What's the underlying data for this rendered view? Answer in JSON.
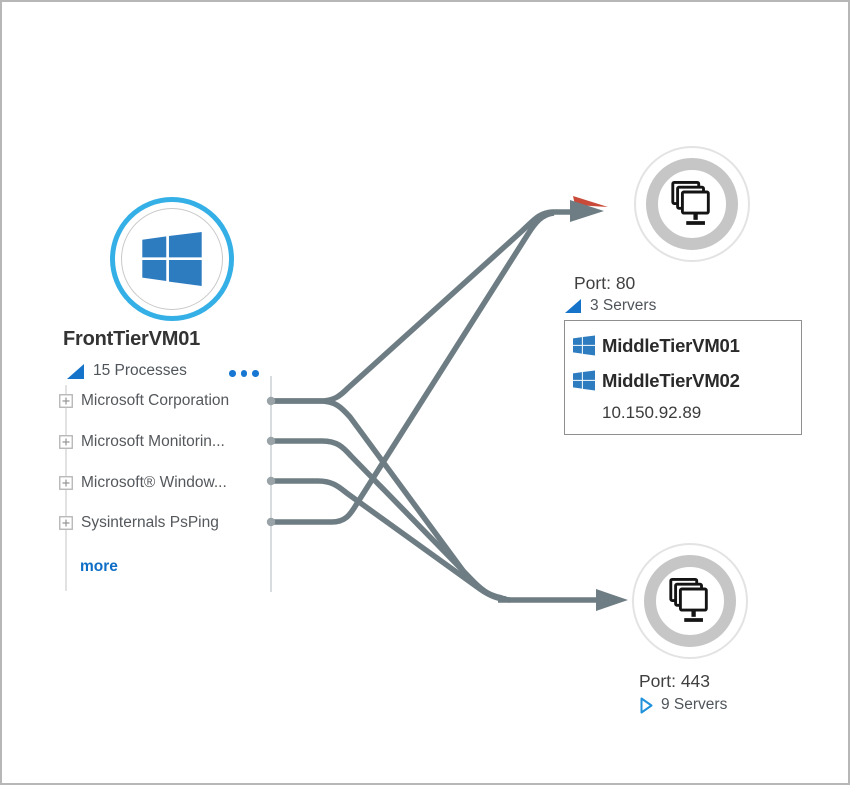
{
  "colors": {
    "windows_blue": "#2e7cc0",
    "machine_ring_cyan": "#35b0e7",
    "port_ring_gray": "#c6c6c6",
    "connection_gray": "#6e7d84",
    "alert_marker_red": "#c94a38",
    "link_blue": "#0e6ec6",
    "expander_blue": "#1573c9"
  },
  "machine": {
    "name": "FrontTierVM01",
    "icon": "windows-logo",
    "process_group": {
      "summary": "15 Processes",
      "state": "expanded",
      "items": [
        "Microsoft Corporation",
        "Microsoft Monitorin...",
        "Microsoft® Window...",
        "Sysinternals PsPing"
      ],
      "more_label": "more"
    }
  },
  "port_groups": [
    {
      "port_label": "Port: 80",
      "servers_summary": "3 Servers",
      "state": "expanded",
      "has_alert_marker": true,
      "members": [
        {
          "name": "MiddleTierVM01",
          "icon": "windows-logo"
        },
        {
          "name": "MiddleTierVM02",
          "icon": "windows-logo"
        },
        {
          "name": "10.150.92.89",
          "icon": null
        }
      ]
    },
    {
      "port_label": "Port: 443",
      "servers_summary": "9 Servers",
      "state": "collapsed"
    }
  ],
  "connections": [
    {
      "from": "Microsoft Corporation",
      "to": "Port: 80"
    },
    {
      "from": "Microsoft Corporation",
      "to": "Port: 443"
    },
    {
      "from": "Microsoft Monitorin...",
      "to": "Port: 443"
    },
    {
      "from": "Microsoft® Window...",
      "to": "Port: 443"
    },
    {
      "from": "Sysinternals PsPing",
      "to": "Port: 80"
    }
  ]
}
